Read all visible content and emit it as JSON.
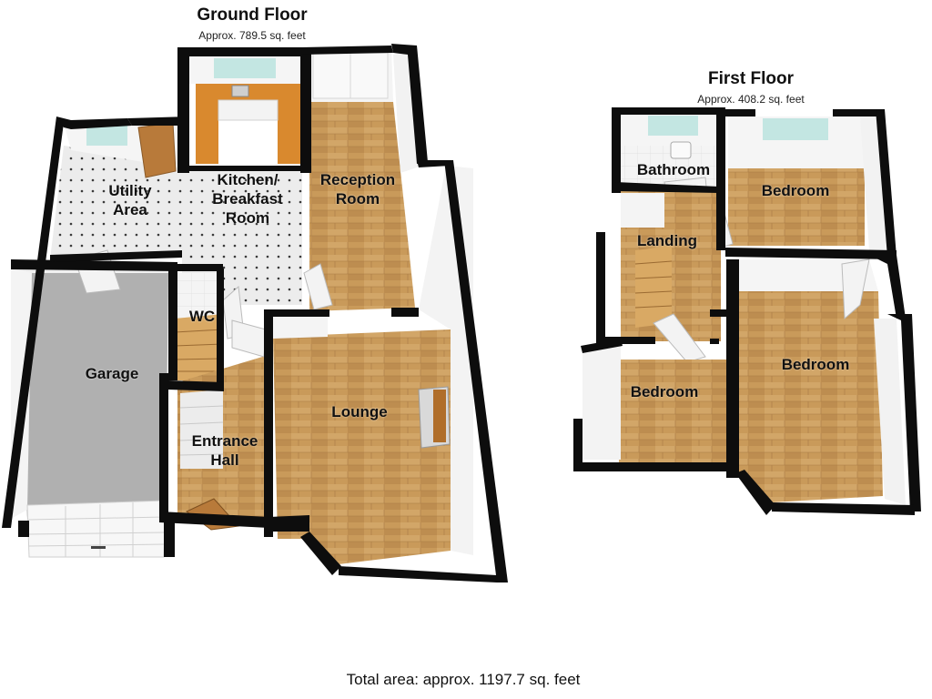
{
  "floors": [
    {
      "key": "ground",
      "title": "Ground Floor",
      "area": "Approx. 789.5 sq. feet",
      "rooms": [
        {
          "key": "utility",
          "label": "Utility\nArea"
        },
        {
          "key": "kitchen",
          "label": "Kitchen/\nBreakfast\nRoom"
        },
        {
          "key": "reception",
          "label": "Reception\nRoom"
        },
        {
          "key": "wc",
          "label": "WC"
        },
        {
          "key": "garage",
          "label": "Garage"
        },
        {
          "key": "lounge",
          "label": "Lounge"
        },
        {
          "key": "hall",
          "label": "Entrance\nHall"
        }
      ]
    },
    {
      "key": "first",
      "title": "First Floor",
      "area": "Approx. 408.2 sq. feet",
      "rooms": [
        {
          "key": "bathroom",
          "label": "Bathroom"
        },
        {
          "key": "bed1",
          "label": "Bedroom"
        },
        {
          "key": "landing",
          "label": "Landing"
        },
        {
          "key": "bed2",
          "label": "Bedroom"
        },
        {
          "key": "bed3",
          "label": "Bedroom"
        }
      ]
    }
  ],
  "total_area": "Total area: approx. 1197.7 sq. feet",
  "colors": {
    "wall": "#0d0d0d",
    "wood": "#c99a5a",
    "tile": "#e9e9e9",
    "garage_floor": "#b3b3b3",
    "worktop": "#d9892e",
    "window": "#bfe6e2"
  }
}
